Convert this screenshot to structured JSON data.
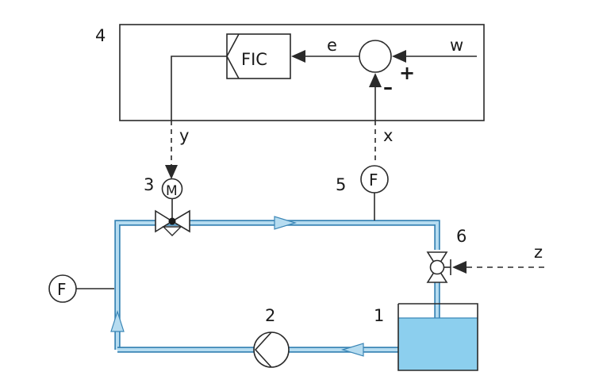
{
  "diagram": {
    "numbers": {
      "n1": "1",
      "n2": "2",
      "n3": "3",
      "n4": "4",
      "n5": "5",
      "n6": "6"
    },
    "signals": {
      "e": "e",
      "w": "w",
      "y": "y",
      "x": "x",
      "z": "z"
    },
    "controller": {
      "label": "FIC"
    },
    "summing_junction": {
      "plus": "+",
      "minus": "–"
    },
    "sensors": {
      "flow_top": "F",
      "flow_left": "F"
    },
    "motor": {
      "label": "M"
    }
  },
  "colors": {
    "pipe_fill": "#b6dcf0",
    "pipe_edge": "#3b86b6",
    "tank_liquid": "#8ccfee",
    "stroke": "#2a2a2a"
  }
}
